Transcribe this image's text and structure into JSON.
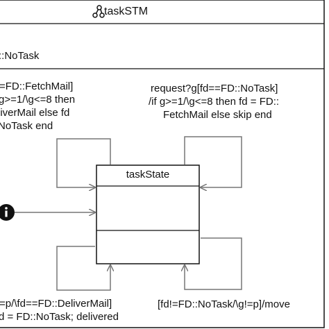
{
  "diagram": {
    "machine_name": "taskSTM",
    "machine_icon": "state-machine-icon",
    "variable_text": "::NoTask",
    "state_name": "taskState",
    "initial_icon": "info-initial-icon",
    "transitions": {
      "top_left": [
        "=FD::FetchMail]",
        "g>=1/\\g<=8 then",
        "liverMail else fd",
        "NoTask end"
      ],
      "top_right": [
        "request?g[fd==FD::NoTask]",
        "/if g>=1/\\g<=8 then fd = FD::",
        "FetchMail else skip end"
      ],
      "bottom_left": [
        "=p/\\fd==FD::DeliverMail]",
        "d = FD::NoTask; delivered"
      ],
      "bottom_right": [
        "[fd!=FD::NoTask/\\g!=p]/move"
      ]
    }
  }
}
